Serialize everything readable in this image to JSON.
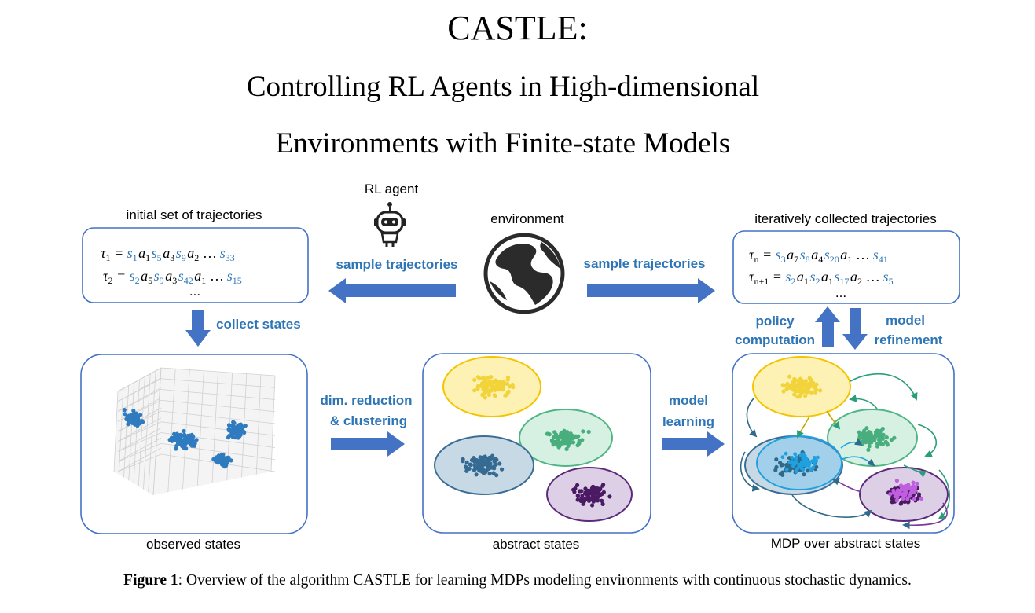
{
  "title": {
    "line1": "CASTLE:",
    "line2": "Controlling RL Agents in High-dimensional",
    "line3": "Environments with Finite-state Models"
  },
  "labels": {
    "rl_agent": "RL agent",
    "environment": "environment",
    "initial_trajectories": "initial set of trajectories",
    "iterative_trajectories": "iteratively collected trajectories",
    "sample_left": "sample trajectories",
    "sample_right": "sample trajectories",
    "collect_states": "collect states",
    "dim_reduction_1": "dim. reduction",
    "dim_reduction_2": "& clustering",
    "model_learning_1": "model",
    "model_learning_2": "learning",
    "policy_1": "policy",
    "policy_2": "computation",
    "refine_1": "model",
    "refine_2": "refinement",
    "observed_states": "observed states",
    "abstract_states": "abstract states",
    "mdp_states": "MDP over abstract states",
    "ellipsis": "..."
  },
  "trajectories_left": {
    "tau1": {
      "tau": "τ",
      "tau_sub": "1",
      "eq": "= ",
      "seq": [
        [
          "s",
          "1"
        ],
        [
          "a",
          "1"
        ],
        [
          "s",
          "5"
        ],
        [
          "a",
          "3"
        ],
        [
          "s",
          "9"
        ],
        [
          "a",
          "2"
        ]
      ],
      "dots": " … ",
      "last": [
        "s",
        "33"
      ]
    },
    "tau2": {
      "tau": "τ",
      "tau_sub": "2",
      "eq": "= ",
      "seq": [
        [
          "s",
          "2"
        ],
        [
          "a",
          "5"
        ],
        [
          "s",
          "9"
        ],
        [
          "a",
          "3"
        ],
        [
          "s",
          "42"
        ],
        [
          "a",
          "1"
        ]
      ],
      "dots": " … ",
      "last": [
        "s",
        "15"
      ]
    }
  },
  "trajectories_right": {
    "taun": {
      "tau": "τ",
      "tau_sub": "n",
      "eq": "= ",
      "seq": [
        [
          "s",
          "3"
        ],
        [
          "a",
          "7"
        ],
        [
          "s",
          "8"
        ],
        [
          "a",
          "4"
        ],
        [
          "s",
          "20"
        ],
        [
          "a",
          "1"
        ]
      ],
      "dots": " … ",
      "last": [
        "s",
        "41"
      ]
    },
    "taun1": {
      "tau": "τ",
      "tau_sub": "n+1",
      "eq": "= ",
      "seq": [
        [
          "s",
          "2"
        ],
        [
          "a",
          "1"
        ],
        [
          "s",
          "2"
        ],
        [
          "a",
          "1"
        ],
        [
          "s",
          "17"
        ],
        [
          "a",
          "2"
        ]
      ],
      "dots": " … ",
      "last": [
        "s",
        "5"
      ]
    }
  },
  "caption": {
    "prefix": "Figure 1",
    "text": ": Overview of the algorithm CASTLE for learning MDPs modeling environments with continuous stochastic dynamics."
  },
  "colors": {
    "accent_blue": "#2e75b6",
    "box_border": "#4472c4",
    "cluster_yellow": "#f5d949",
    "cluster_green": "#5cb98a",
    "cluster_blue": "#3b6e96",
    "cluster_purple": "#4a1a63",
    "cluster_cyan": "#1fa1e0",
    "cluster_magenta": "#c05ee0"
  }
}
